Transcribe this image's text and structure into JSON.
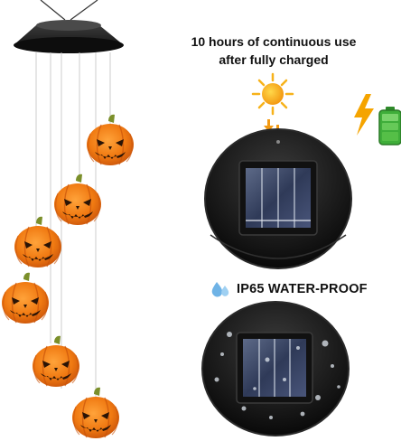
{
  "captions": {
    "line1": "10 hours  of continuous use",
    "line2": "after fully charged",
    "waterproof": "IP65 WATER-PROOF"
  },
  "colors": {
    "pumpkin": "#f07a12",
    "pumpkin_dark": "#c9530a",
    "stem": "#7b8f2a",
    "panel_black": "#151515",
    "sun": "#f7b21a",
    "battery_green": "#3fae3a",
    "bolt": "#f5a400",
    "water_drop": "#6fb3e6"
  },
  "icons": [
    "sun-icon",
    "lightning-bolt-icon",
    "battery-icon",
    "water-drop-icon",
    "arrow-down-icon"
  ]
}
